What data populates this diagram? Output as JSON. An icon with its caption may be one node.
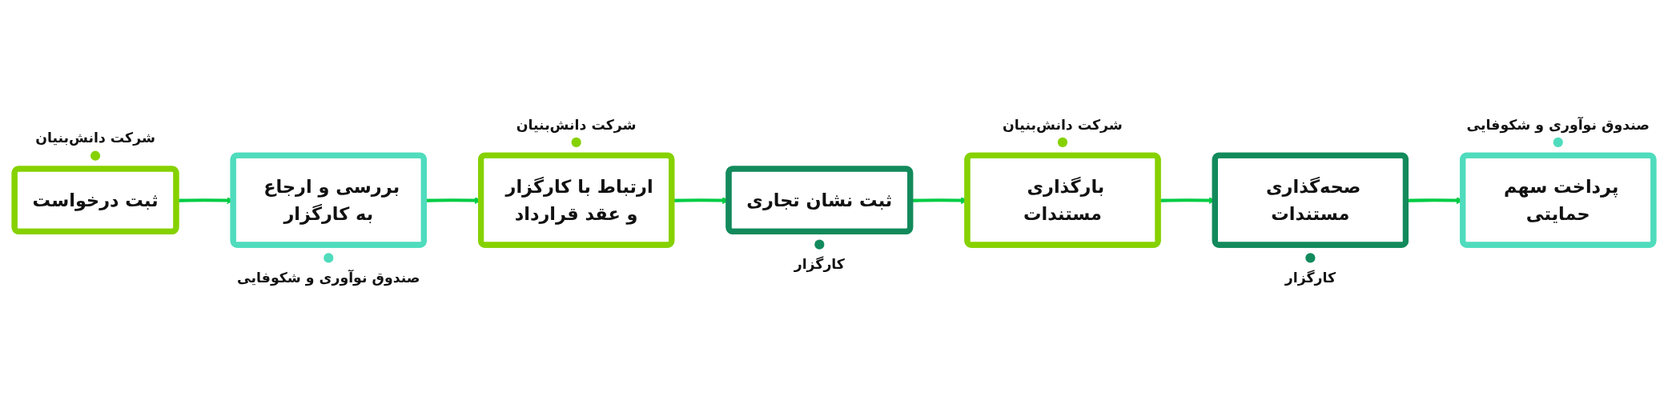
{
  "diagram": {
    "nodes": [
      {
        "text": [
          "ثبت درخواست"
        ],
        "beside": [
          "شرکت دانش‌بنیان"
        ]
      },
      {
        "text": [
          "بررسی و ارجاع به کارگزار"
        ],
        "beside": [
          "صندوق نوآوری و شکوفایی"
        ]
      },
      {
        "text": [
          "ارتباط با کارگزار و عقد قرارداد"
        ],
        "beside": [
          "شرکت دانش‌بنیان"
        ]
      },
      {
        "text": [
          "ثبت نشان تجاری"
        ],
        "beside": [
          "کارگزار"
        ]
      },
      {
        "text": [
          "بارگذاری مستندات"
        ],
        "beside": [
          "شرکت دانش‌بنیان"
        ]
      },
      {
        "text": [
          "صحه‌گذاری مستندات"
        ],
        "beside": [
          "کارگزار"
        ]
      },
      {
        "text": [
          "پرداخت سهم حمایتی"
        ],
        "beside": [
          "صندوق نوآوری و شکوفایی"
        ]
      }
    ],
    "edges": [
      {
        "from": 0,
        "to": 1,
        "arrow": "to"
      },
      {
        "from": 1,
        "to": 2,
        "arrow": "to"
      },
      {
        "from": 2,
        "to": 3,
        "arrow": "to"
      },
      {
        "from": 3,
        "to": 4,
        "arrow": "to"
      },
      {
        "from": 4,
        "to": 5,
        "arrow": "to"
      },
      {
        "from": 5,
        "to": 6,
        "arrow": "to"
      }
    ]
  }
}
